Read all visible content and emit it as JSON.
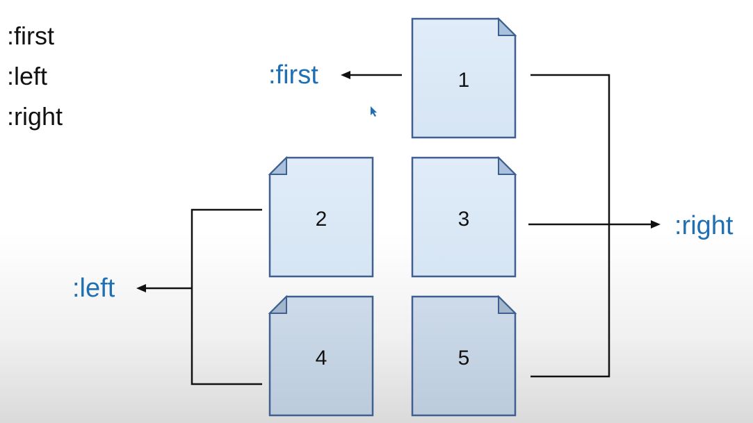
{
  "list_items": [
    ":first",
    ":left",
    ":right"
  ],
  "labels": {
    "first": ":first",
    "left": ":left",
    "right": ":right"
  },
  "pages": [
    {
      "number": "1",
      "group": "first"
    },
    {
      "number": "2",
      "group": "left"
    },
    {
      "number": "3",
      "group": "right"
    },
    {
      "number": "4",
      "group": "left"
    },
    {
      "number": "5",
      "group": "right"
    }
  ],
  "colors": {
    "label_blue": "#1f6fb4",
    "page_border": "#3f5f8f",
    "page_fill_light": "#dce9f6",
    "page_fill_dark": "#c5d5e5"
  }
}
